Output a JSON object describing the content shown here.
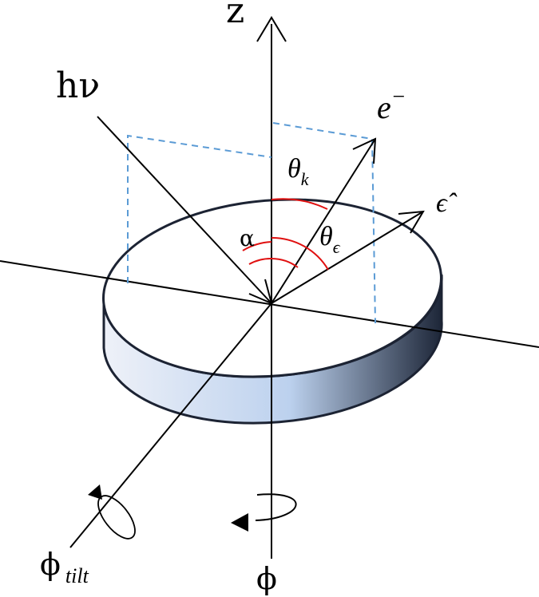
{
  "labels": {
    "z_axis": "z",
    "photon": "hν",
    "electron_base": "e",
    "electron_sup": "−",
    "theta_k_base": "θ",
    "theta_k_sub": "k",
    "theta_e_base": "θ",
    "theta_e_sub": "ϵ",
    "polarization": "ϵ̂",
    "alpha": "α",
    "phi_tilt_base": "ϕ",
    "phi_tilt_sub": "tilt",
    "phi": "ϕ"
  },
  "colors": {
    "axis": "#000000",
    "angle_arc": "#e01010",
    "projection": "#5b9bd5",
    "disk_outline": "#1c2333",
    "disk_side_light": "#dfe8f6",
    "disk_side_dark": "#1d2638"
  },
  "icons": {
    "rotation_phi": "rotation-arrow-icon",
    "rotation_tilt": "rotation-arrow-icon"
  }
}
